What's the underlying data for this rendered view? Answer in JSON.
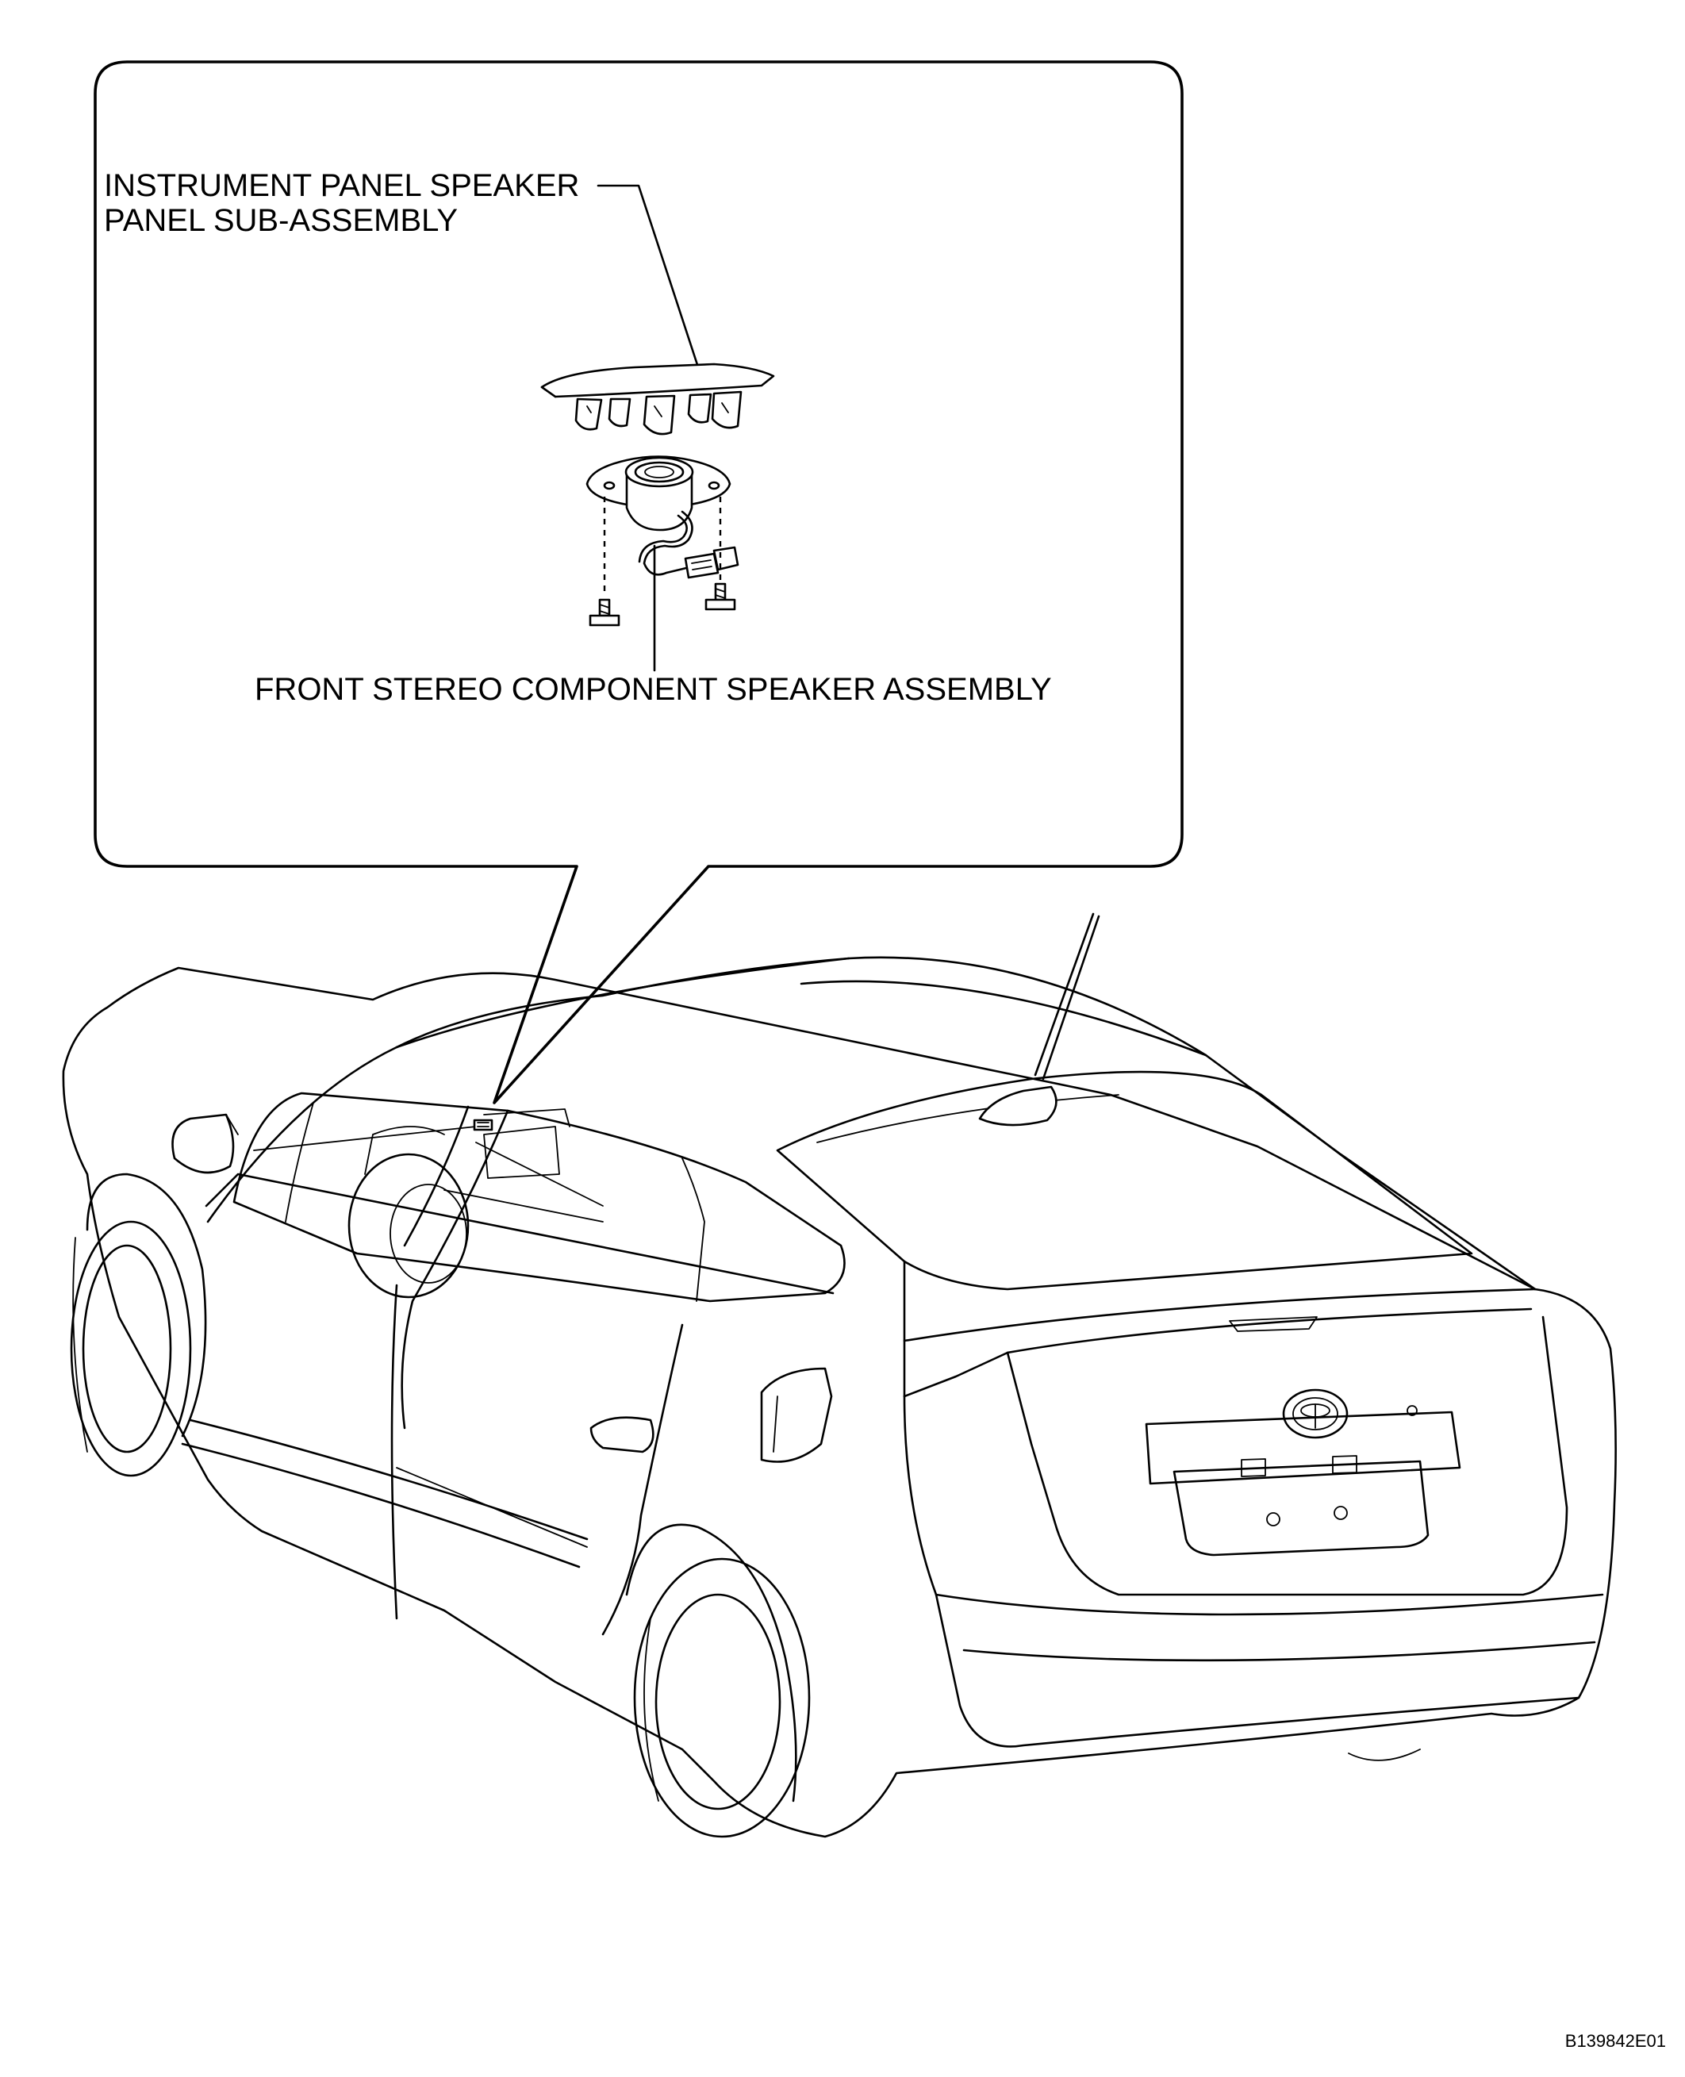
{
  "callout": {
    "panel_label_line1": "INSTRUMENT PANEL SPEAKER",
    "panel_label_line2": "PANEL SUB-ASSEMBLY",
    "speaker_label": "FRONT STEREO COMPONENT SPEAKER ASSEMBLY"
  },
  "figure_code": "B139842E01"
}
